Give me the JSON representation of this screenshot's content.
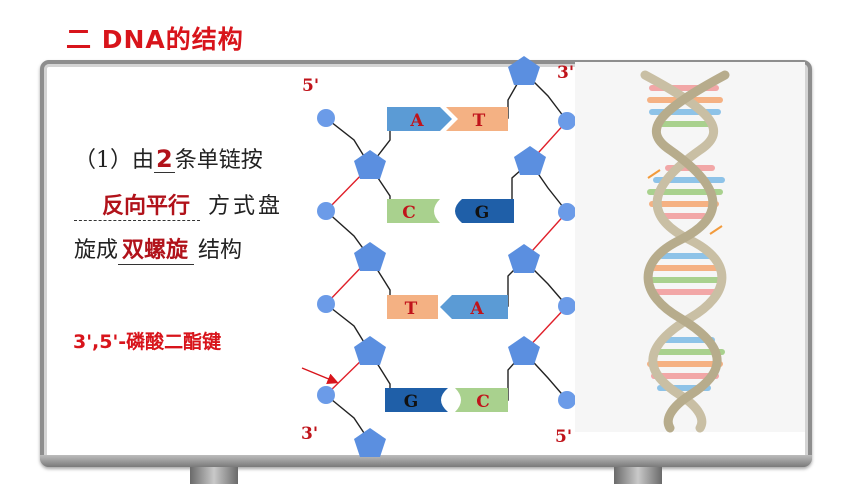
{
  "title": "二 DNA的结构",
  "text": {
    "line1_prefix": "（1）由",
    "line1_blank": "2",
    "line1_suffix": "条单链按",
    "line2_blank": "反向平行",
    "line2_suffix": "方式盘",
    "line3_prefix": "旋成",
    "line3_blank": "双螺旋",
    "line3_suffix": "结构"
  },
  "bond_label": "3',5'-磷酸二酯键",
  "ends": {
    "top_left": "5'",
    "top_right": "3'",
    "bottom_left": "3'",
    "bottom_right": "5'"
  },
  "base_pairs": [
    {
      "left": "A",
      "right": "T",
      "left_color": "#5b9bd5",
      "right_color": "#f4b183"
    },
    {
      "left": "C",
      "right": "G",
      "left_color": "#a9d18e",
      "right_color": "#1f5fa8"
    },
    {
      "left": "T",
      "right": "A",
      "left_color": "#f4b183",
      "right_color": "#5b9bd5"
    },
    {
      "left": "G",
      "right": "C",
      "left_color": "#1f5fa8",
      "right_color": "#a9d18e"
    }
  ],
  "colors": {
    "title": "#d8141b",
    "answer": "#b1121a",
    "sugar": "#5b8fe0",
    "phosphate": "#6b9be8",
    "bond": "#e0202a"
  }
}
